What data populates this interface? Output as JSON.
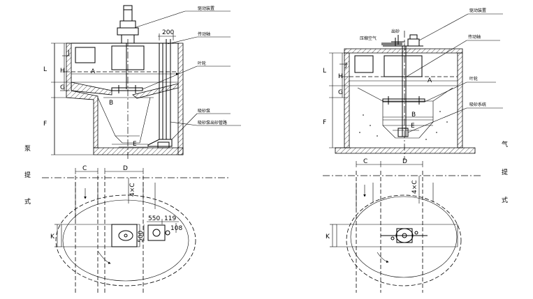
{
  "left": {
    "callouts": {
      "drive": "驱动装置",
      "shaft": "传动轴",
      "impeller": "叶轮",
      "pump": "吸砂泵",
      "pipe": "吸砂泵出砂管路"
    },
    "side_label": [
      "泵",
      "提",
      "式"
    ],
    "dims": {
      "L": "L",
      "H": "H",
      "J": "J",
      "G": "G",
      "F": "F",
      "A": "A",
      "B": "B",
      "E": "E",
      "C": "C",
      "D": "D",
      "K": "K",
      "fourC": "4×C",
      "d200": "200",
      "d550": "550",
      "d119": "119",
      "d108": "108",
      "d500": "500"
    }
  },
  "right": {
    "callouts": {
      "motor": "驱动装置",
      "air": "压缩空气",
      "sand": "出砂",
      "shaft": "传动轴",
      "impeller": "叶轮",
      "airlift": "吸砂系统"
    },
    "side_label": [
      "气",
      "提",
      "式"
    ],
    "dims": {
      "L": "L",
      "H": "H",
      "J": "J",
      "G": "G",
      "F": "F",
      "A": "A",
      "B": "B",
      "E": "E",
      "C": "C",
      "D": "D",
      "K": "K",
      "fourC": "4×C"
    }
  }
}
